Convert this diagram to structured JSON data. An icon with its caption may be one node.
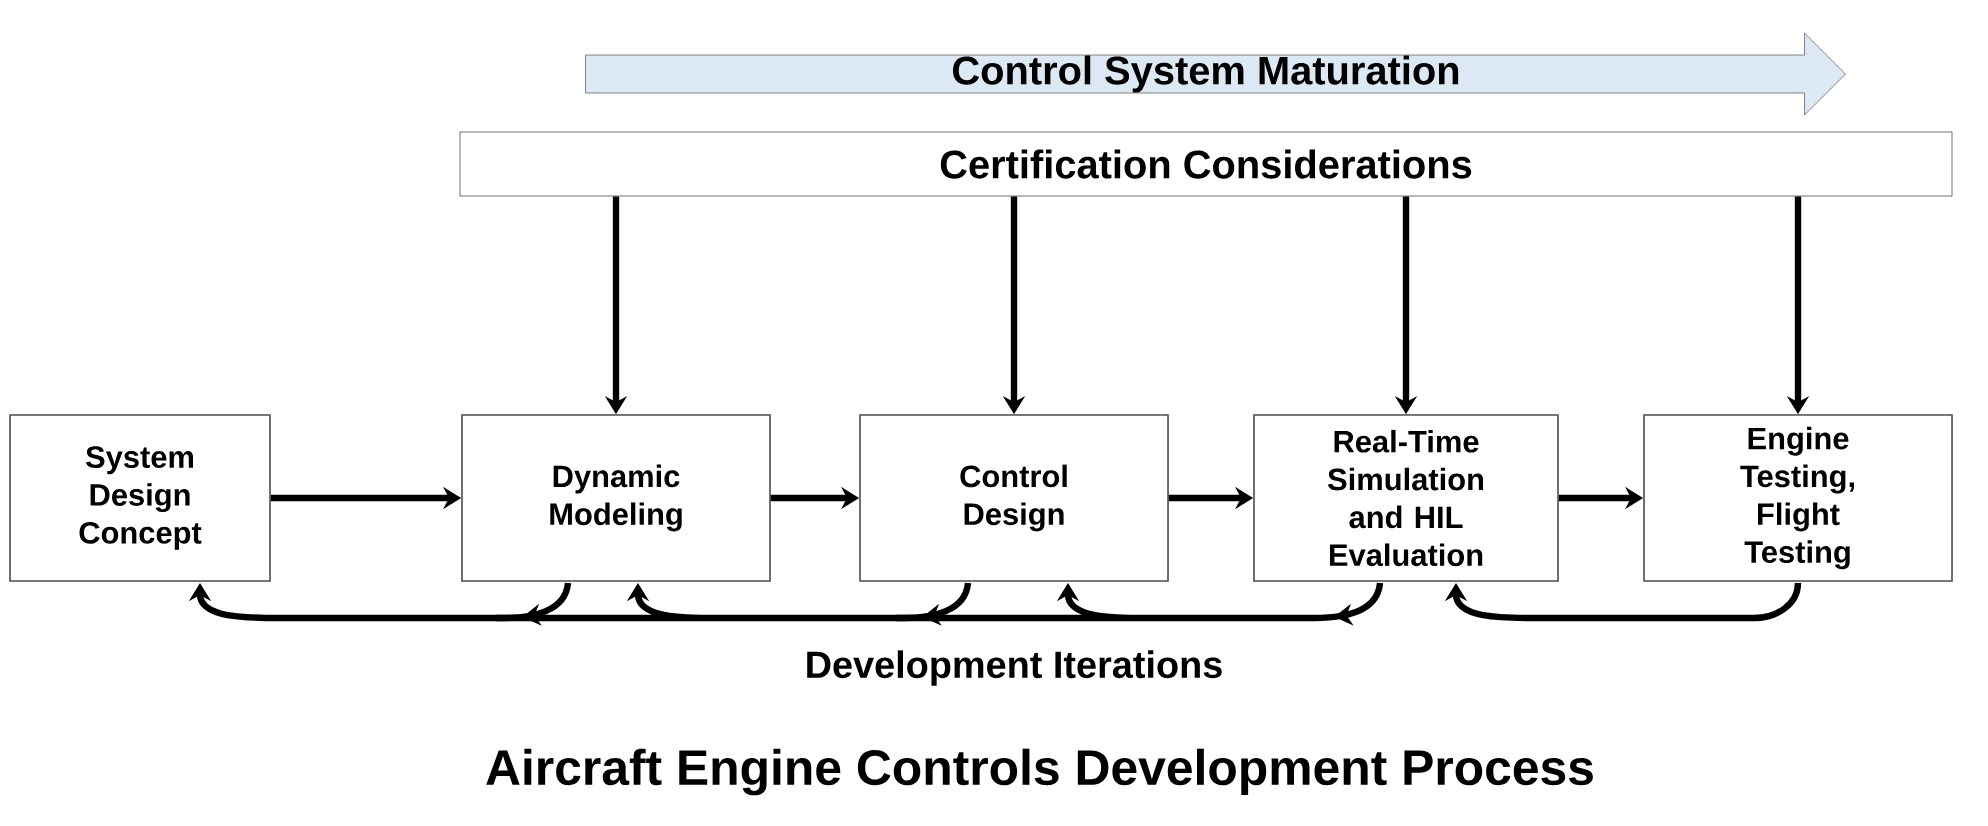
{
  "diagram": {
    "title": "Aircraft Engine Controls Development Process",
    "nodes": [
      {
        "text": [
          "Control System Maturation"
        ]
      },
      {
        "text": [
          "Certification Considerations"
        ]
      },
      {
        "text": [
          "System Design Concept"
        ]
      },
      {
        "text": [
          "Dynamic Modeling"
        ]
      },
      {
        "text": [
          "Control Design"
        ]
      },
      {
        "text": [
          "Real-Time Simulation and HIL Evaluation"
        ]
      },
      {
        "text": [
          "Engine Testing, Flight Testing"
        ]
      }
    ],
    "edges": [
      {
        "from": 1,
        "to": 3,
        "arrow": "to"
      },
      {
        "from": 1,
        "to": 4,
        "arrow": "to"
      },
      {
        "from": 1,
        "to": 5,
        "arrow": "to"
      },
      {
        "from": 1,
        "to": 6,
        "arrow": "to"
      },
      {
        "from": 2,
        "to": 3,
        "arrow": "to"
      },
      {
        "from": 3,
        "to": 4,
        "arrow": "to"
      },
      {
        "from": 4,
        "to": 5,
        "arrow": "to"
      },
      {
        "from": 5,
        "to": 6,
        "arrow": "to"
      },
      {
        "from": 3,
        "to": 2,
        "arrow": "to"
      },
      {
        "from": 4,
        "to": 3,
        "arrow": "to"
      },
      {
        "from": 5,
        "to": 4,
        "arrow": "to"
      },
      {
        "from": 6,
        "to": 5,
        "arrow": "to"
      }
    ],
    "labels": [
      "Development Iterations"
    ]
  }
}
